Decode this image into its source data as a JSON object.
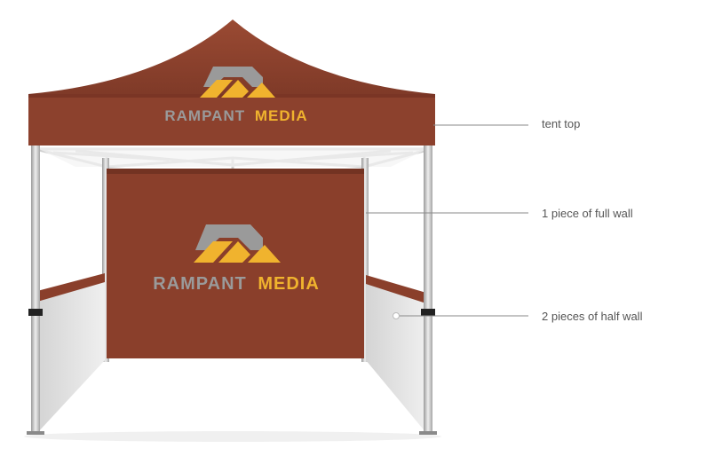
{
  "brand": {
    "word1": "RAMPANT",
    "word2": "MEDIA"
  },
  "callouts": {
    "tent_top": "tent top",
    "full_wall": "1 piece of full wall",
    "half_wall": "2 pieces of half wall"
  },
  "colors": {
    "canopy": "#8c412d",
    "wall": "#8a3f2b",
    "half_wall_fill": "#e6e6e6",
    "accent_gold": "#f0b32e",
    "logo_gray": "#9a9a9a",
    "frame": "#c8c8c8"
  }
}
